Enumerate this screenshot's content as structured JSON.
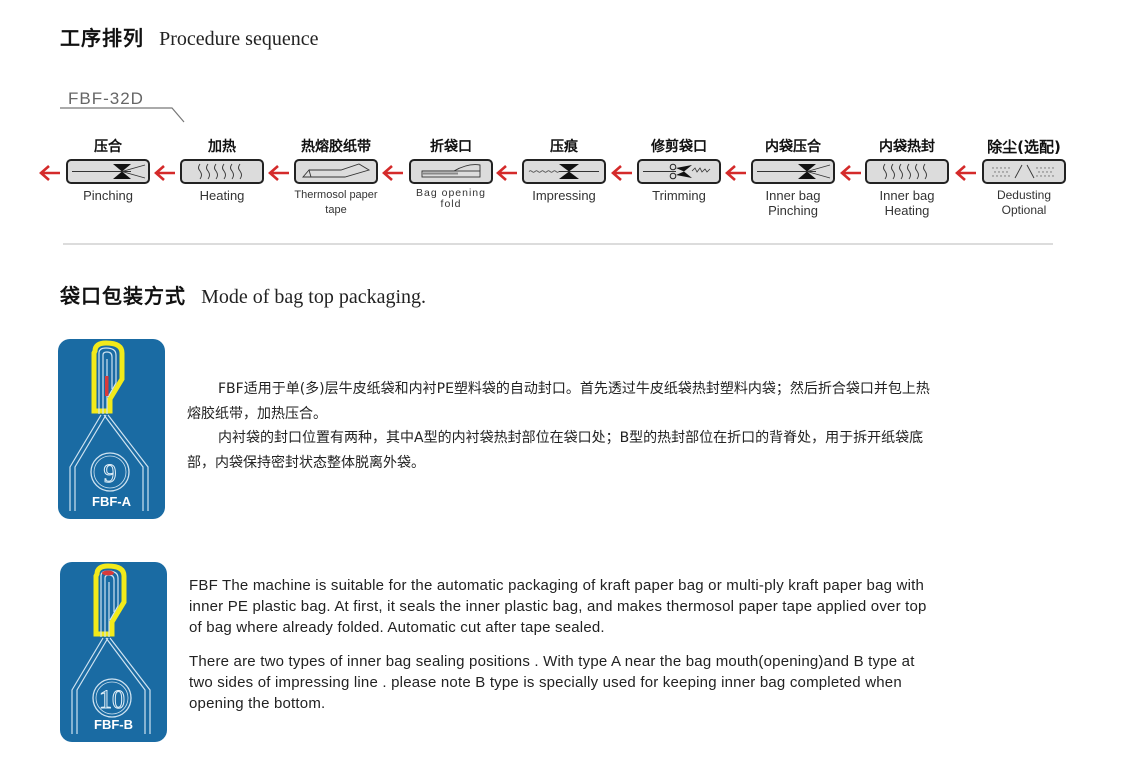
{
  "section1": {
    "title_zh": "工序排列",
    "title_en": "Procedure sequence",
    "model": "FBF-32D"
  },
  "steps": [
    {
      "zh": "压合",
      "en": "Pinching",
      "icon": "pinching-icon"
    },
    {
      "zh": "加热",
      "en": "Heating",
      "icon": "heating-icon"
    },
    {
      "zh": "热熔胶纸带",
      "en": "Thermosol paper tape",
      "icon": "tape-icon"
    },
    {
      "zh": "折袋口",
      "en": "Bag opening fold",
      "icon": "fold-icon"
    },
    {
      "zh": "压痕",
      "en": "Impressing",
      "icon": "impressing-icon"
    },
    {
      "zh": "修剪袋口",
      "en": "Trimming",
      "icon": "scissors-icon"
    },
    {
      "zh": "内袋压合",
      "en": "Inner bag Pinching",
      "icon": "pinching-icon"
    },
    {
      "zh": "内袋热封",
      "en": "Inner bag Heating",
      "icon": "heating-icon"
    },
    {
      "zh": "除尘(选配)",
      "en": "Dedusting Optional",
      "icon": "dedusting-icon"
    }
  ],
  "step_en_lines": {
    "s3a": "Bag  opening",
    "s3b": "fold",
    "s6a": "Inner bag",
    "s6b": "Pinching",
    "s7a": "Inner bag",
    "s7b": "Heating",
    "s8a": "Dedusting",
    "s8b": "Optional"
  },
  "colors": {
    "arrow": "#d42a2a",
    "badge_bg": "#1a6ba3",
    "badge_highlight": "#f2ea1a",
    "seal_mark": "#d83a3a",
    "box_fill": "#dcdcdc"
  },
  "section2": {
    "title_zh": "袋口包装方式",
    "title_en": "Mode of bag top packaging."
  },
  "badges": [
    {
      "label": "FBF-A",
      "number": "9"
    },
    {
      "label": "FBF-B",
      "number": "10"
    }
  ],
  "desc_zh": {
    "p1_l1": "FBF适用于单(多)层牛皮纸袋和内衬PE塑料袋的自动封口。首先透过牛皮纸袋热封塑料内袋；然后折合袋口并包上热",
    "p1_l2": "熔胶纸带，加热压合。",
    "p2_l1": "内衬袋的封口位置有两种，其中A型的内衬袋热封部位在袋口处；B型的热封部位在折口的背脊处，用于拆开纸袋底",
    "p2_l2": "部，内袋保持密封状态整体脱离外袋。"
  },
  "desc_en": {
    "p1_l1": "FBF The machine is suitable for the automatic packaging of kraft paper bag or multi-ply kraft paper bag with",
    "p1_l2": "inner PE plastic bag. At first, it seals the inner plastic bag, and makes  thermosol paper tape applied over top",
    "p1_l3": "of bag where already folded. Automatic cut after tape sealed.",
    "p2_l1": "There are two types of inner bag sealing positions . With type A near the bag mouth(opening)and B type at",
    "p2_l2": "two sides of impressing line . please note B  type is specially used for keeping inner bag completed when",
    "p2_l3": "opening the bottom."
  }
}
